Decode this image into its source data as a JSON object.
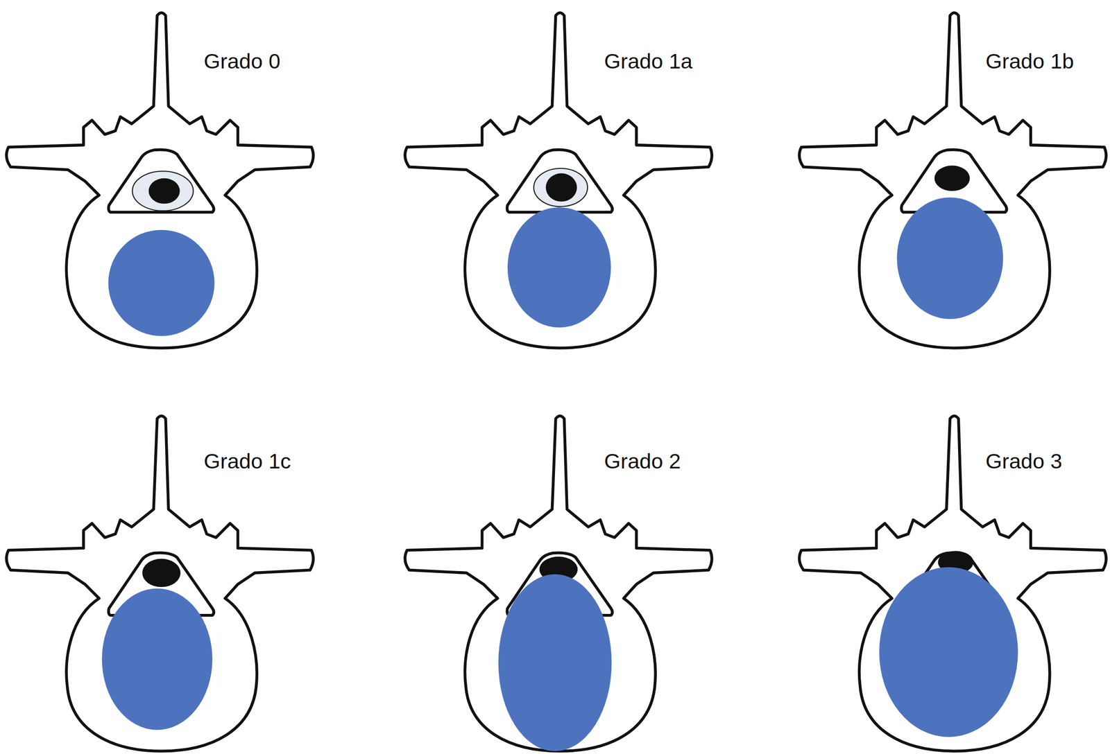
{
  "diagram": {
    "labels": [
      "Grado 0",
      "Grado 1a",
      "Grado 1b",
      "Grado 1c",
      "Grado 2",
      "Grado 3"
    ]
  }
}
